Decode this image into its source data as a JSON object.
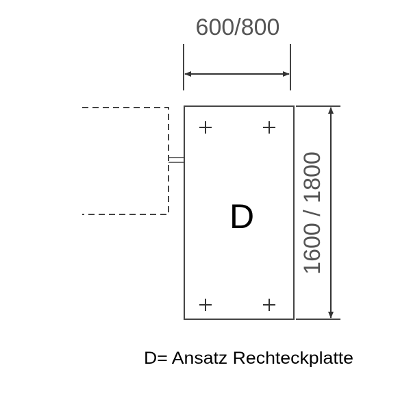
{
  "diagram": {
    "width_dimension": "600/800",
    "length_dimension": "1600 / 1800",
    "plate_label": "D",
    "caption": "D= Ansatz Rechteckplatte",
    "colors": {
      "line": "#444444",
      "dimension_text": "#555555",
      "label": "#000000"
    }
  }
}
